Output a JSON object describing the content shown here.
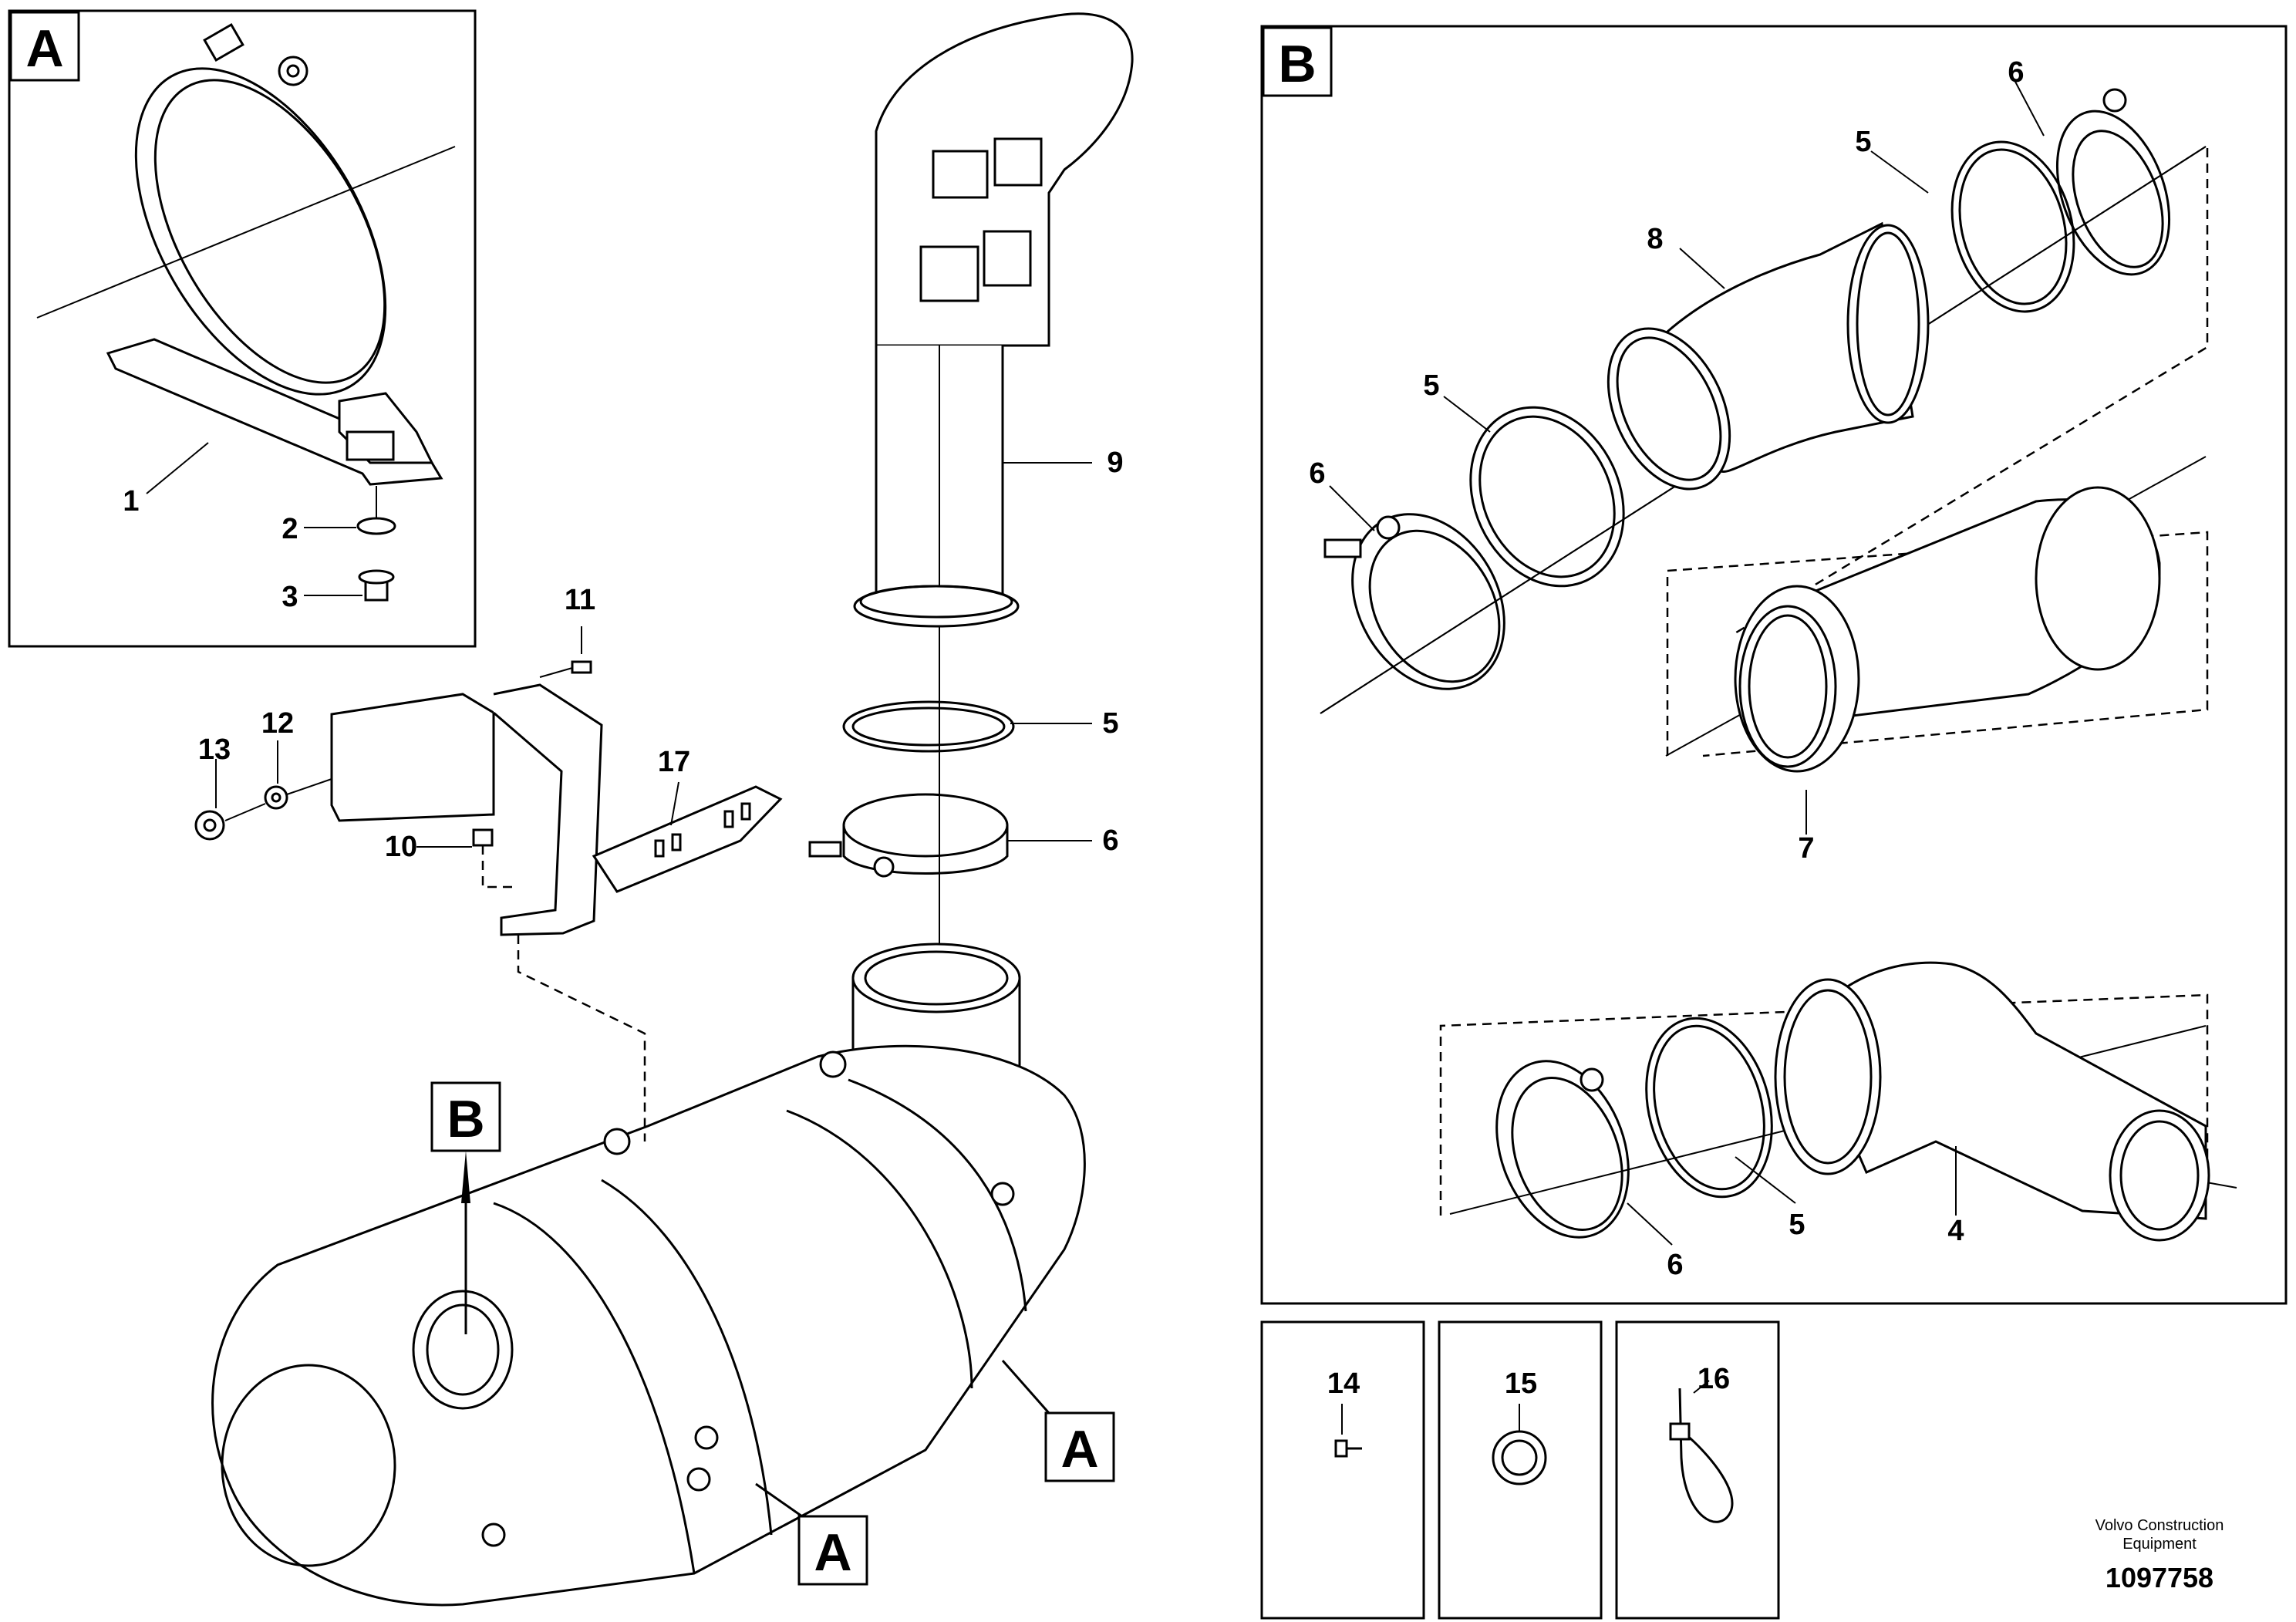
{
  "detail_labels": {
    "A_box": "A",
    "B_box": "B",
    "B_main": "B",
    "A_main_right": "A",
    "A_main_bottom": "A"
  },
  "callouts": {
    "c1": "1",
    "c2": "2",
    "c3": "3",
    "c4": "4",
    "c5_main": "5",
    "c5_b_top": "5",
    "c5_b_mid": "5",
    "c5_b_bot": "5",
    "c6_main": "6",
    "c6_b_top": "6",
    "c6_b_left": "6",
    "c6_b_bot": "6",
    "c7": "7",
    "c8": "8",
    "c9": "9",
    "c10": "10",
    "c11": "11",
    "c12": "12",
    "c13": "13",
    "c14": "14",
    "c15": "15",
    "c16": "16",
    "c17": "17"
  },
  "footer": {
    "brand_line1": "Volvo Construction",
    "brand_line2": "Equipment",
    "drawing_number": "1097758"
  }
}
